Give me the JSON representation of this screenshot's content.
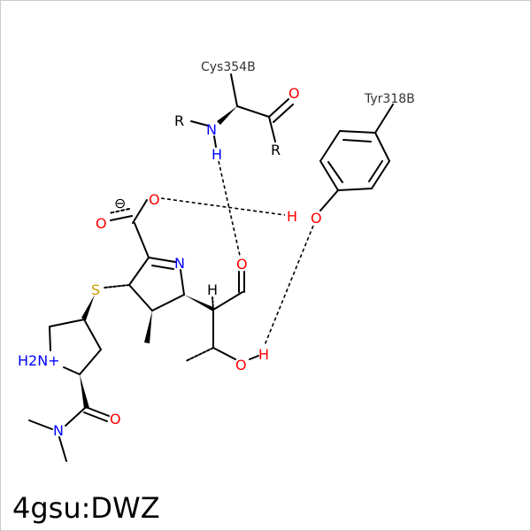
{
  "title": "4gsu:DWZ",
  "residues": {
    "cys": "Cys354B",
    "tyr": "Tyr318B"
  },
  "atoms": {
    "O": "O",
    "N": "N",
    "H": "H",
    "S": "S",
    "R": "R",
    "nh2": "H2N+",
    "minus": "⊖"
  },
  "colors": {
    "oxygen": "#ff0000",
    "nitrogen": "#0000ff",
    "sulfur": "#cc9900",
    "carbon": "#000000",
    "frame": "#cccccc"
  }
}
